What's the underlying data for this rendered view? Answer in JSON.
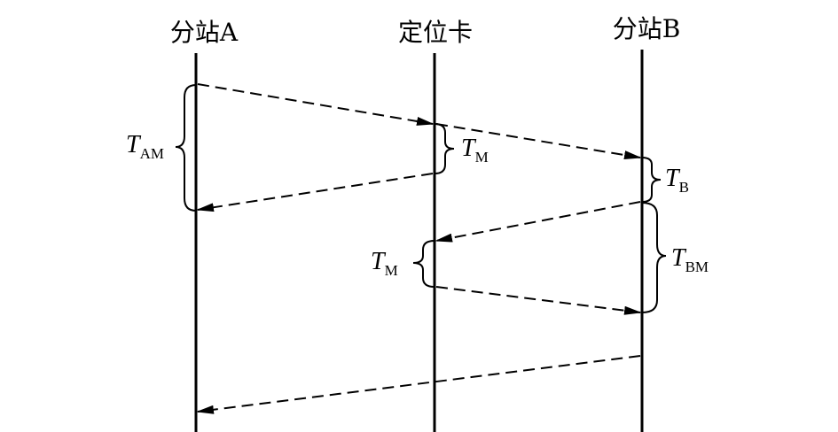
{
  "lifelines": [
    {
      "key": "A",
      "label": "分站A"
    },
    {
      "key": "M",
      "label": "定位卡"
    },
    {
      "key": "B",
      "label": "分站B"
    }
  ],
  "intervals": [
    {
      "key": "t_am",
      "main": "T",
      "sub": "AM"
    },
    {
      "key": "t_m1",
      "main": "T",
      "sub": "M"
    },
    {
      "key": "t_b",
      "main": "T",
      "sub": "B"
    },
    {
      "key": "t_m2",
      "main": "T",
      "sub": "M"
    },
    {
      "key": "t_bm",
      "main": "T",
      "sub": "BM"
    }
  ],
  "messages": [
    {
      "from": "A",
      "to": "M",
      "style": "dashed"
    },
    {
      "from": "M",
      "to": "B",
      "style": "dashed"
    },
    {
      "from": "M",
      "to": "A",
      "style": "dashed"
    },
    {
      "from": "B",
      "to": "M",
      "style": "dashed"
    },
    {
      "from": "M",
      "to": "B",
      "style": "dashed"
    },
    {
      "from": "B",
      "to": "A",
      "style": "dashed"
    }
  ],
  "colors": {
    "ink": "#000000",
    "background": "#ffffff"
  }
}
